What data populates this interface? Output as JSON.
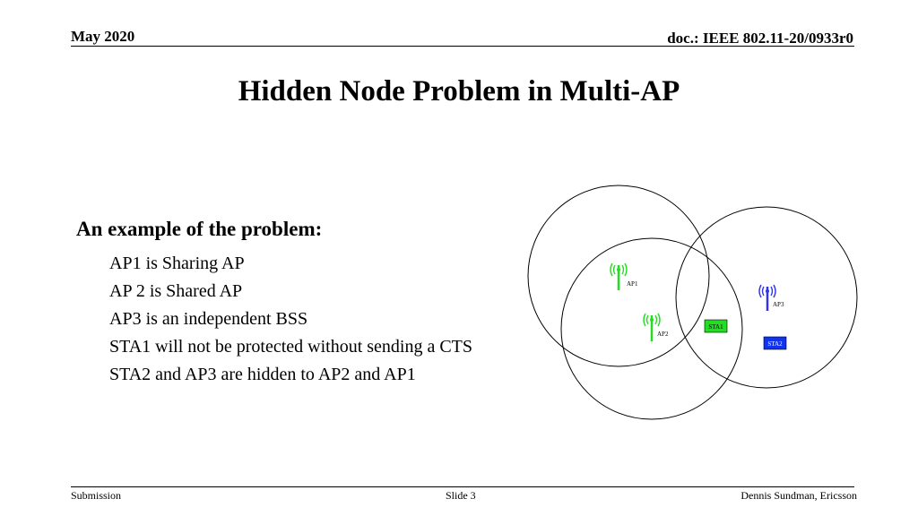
{
  "header": {
    "date": "May 2020",
    "doc": "doc.: IEEE 802.11-20/0933r0"
  },
  "title": "Hidden Node Problem in Multi-AP",
  "body": {
    "heading": "An example of the problem:",
    "bullets": [
      "AP1 is Sharing AP",
      "AP 2 is Shared AP",
      "AP3 is an independent BSS",
      "STA1 will not be protected without sending a CTS",
      "STA2 and AP3 are hidden to AP2 and AP1"
    ]
  },
  "diagram": {
    "nodes": {
      "ap1": {
        "label": "AP1",
        "color": "#22dd22"
      },
      "ap2": {
        "label": "AP2",
        "color": "#22dd22"
      },
      "ap3": {
        "label": "AP3",
        "color": "#3333ee"
      },
      "sta1": {
        "label": "STA1",
        "color": "#22dd22"
      },
      "sta2": {
        "label": "STA2",
        "color": "#1133ee"
      }
    }
  },
  "footer": {
    "left": "Submission",
    "center": "Slide 3",
    "right": "Dennis Sundman, Ericsson"
  }
}
